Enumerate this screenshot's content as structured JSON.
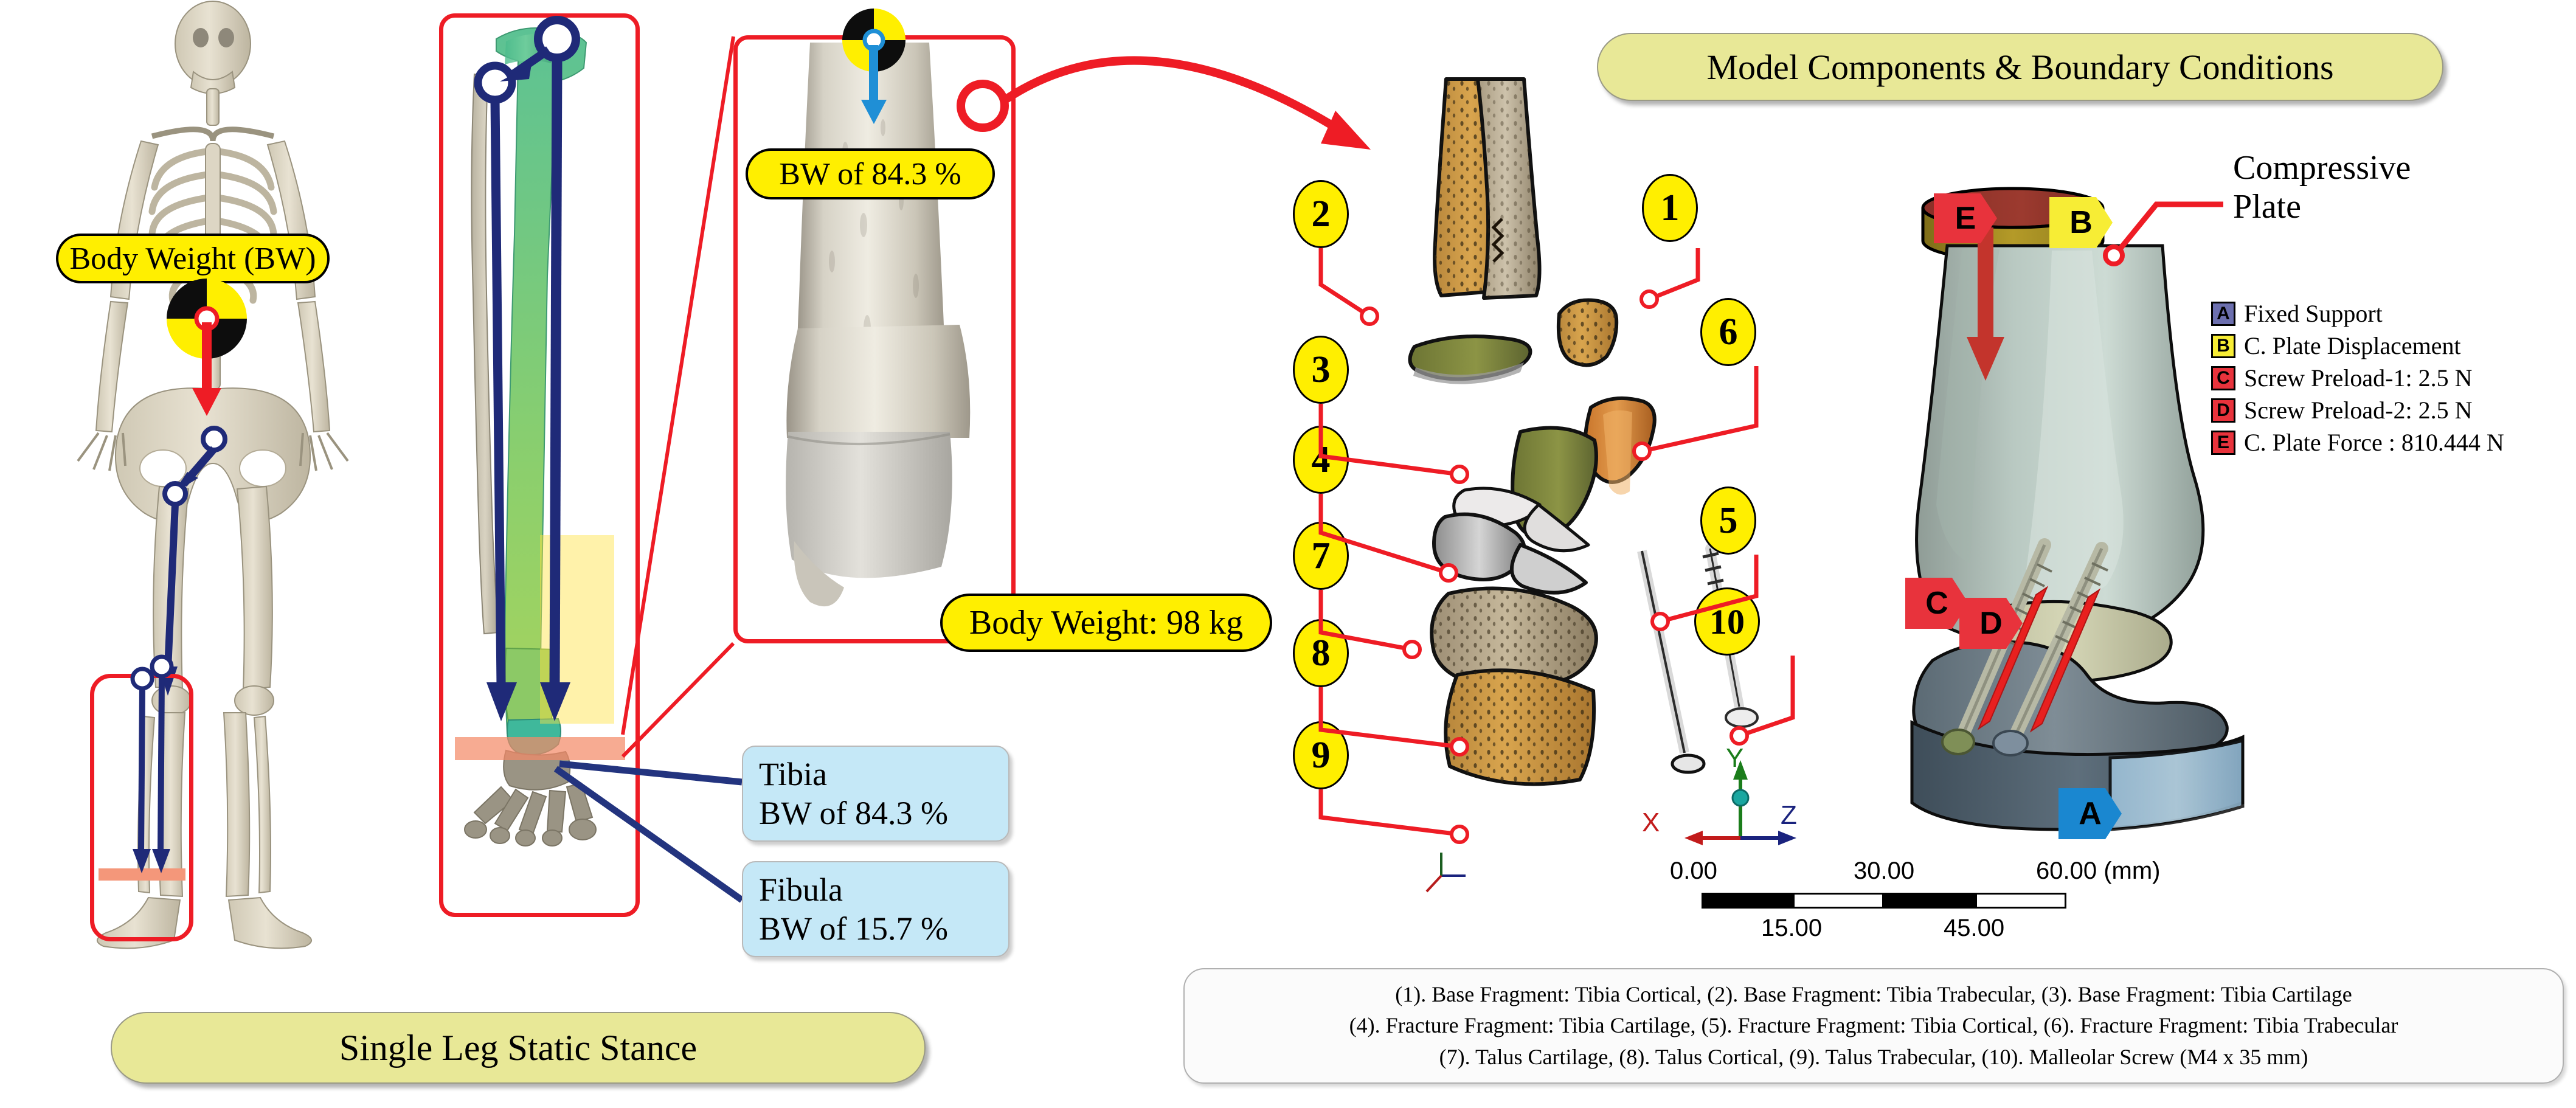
{
  "banners": {
    "left_title": "Single Leg Static Stance",
    "right_title": "Model Components & Boundary Conditions"
  },
  "labels": {
    "body_weight_bw": "Body Weight (BW)",
    "bw_percent_top": "BW of 84.3 %",
    "body_weight_mass": "Body Weight: 98 kg",
    "compressive_plate_line1": "Compressive",
    "compressive_plate_line2": "Plate"
  },
  "bone_share": [
    {
      "name": "Tibia",
      "value": "BW of 84.3 %"
    },
    {
      "name": "Fibula",
      "value": "BW of 15.7 %"
    }
  ],
  "exploded_callouts": [
    "1",
    "2",
    "3",
    "4",
    "5",
    "6",
    "7",
    "8",
    "9",
    "10"
  ],
  "component_list": [
    "(1). Base Fragment: Tibia Cortical, (2). Base Fragment: Tibia Trabecular, (3). Base Fragment: Tibia Cartilage",
    "(4). Fracture Fragment: Tibia Cartilage, (5). Fracture Fragment: Tibia Cortical, (6). Fracture Fragment: Tibia Trabecular",
    "(7). Talus Cartilage, (8). Talus Cortical, (9). Talus Trabecular, (10). Malleolar Screw (M4 x 35 mm)"
  ],
  "boundary_conditions": [
    {
      "tag": "A",
      "label": "Fixed Support",
      "color": "#6c6fae"
    },
    {
      "tag": "B",
      "label": "C. Plate Displacement",
      "color": "#f7ed35"
    },
    {
      "tag": "C",
      "label": "Screw Preload-1: 2.5 N",
      "color": "#e8333c"
    },
    {
      "tag": "D",
      "label": "Screw Preload-2: 2.5 N",
      "color": "#e8333c"
    },
    {
      "tag": "E",
      "label": "C. Plate Force : 810.444 N",
      "color": "#e8333c"
    }
  ],
  "model_tags": {
    "fixed_support": "A",
    "plate_displacement": "B",
    "screw_preload_1": "C",
    "screw_preload_2": "D",
    "plate_force": "E"
  },
  "axes": {
    "x": "X",
    "y": "Y",
    "z": "Z"
  },
  "scale_bar": {
    "top_ticks": [
      "0.00",
      "30.00",
      "60.00 (mm)"
    ],
    "bottom_ticks": [
      "15.00",
      "45.00"
    ]
  },
  "colors": {
    "callout_red": "#ee1c25",
    "pill_yellow": "#ffef00",
    "banner_khaki": "#e8e897",
    "info_blue": "#c5e8f7",
    "arrow_navy": "#1f2a78",
    "band_salmon": "#f4977a",
    "bc_red": "#e8333c",
    "bc_blue": "#6c6fae",
    "bc_yellow": "#f7ed35",
    "fixed_support_blue": "#1a87d0"
  }
}
